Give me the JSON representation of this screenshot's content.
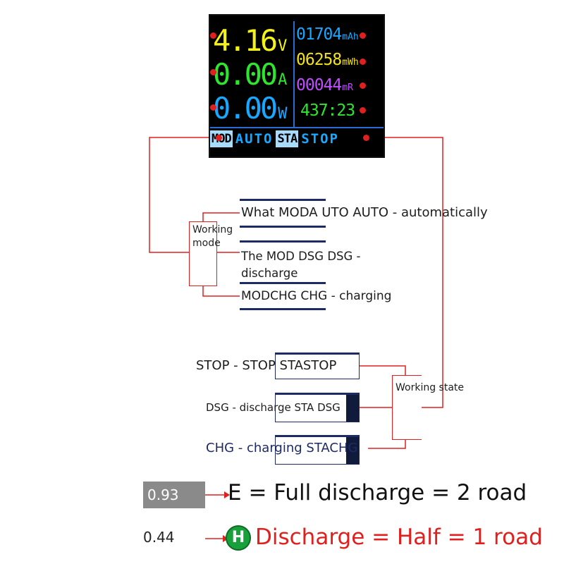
{
  "lcd": {
    "voltage": "4.16",
    "voltage_unit": "V",
    "current": "0.00",
    "current_unit": "A",
    "power": "0.00",
    "power_unit": "W",
    "capacity_mah": "01704",
    "capacity_mah_unit": "mAh",
    "energy_mwh": "06258",
    "energy_mwh_unit": "mWh",
    "resistance": "00044",
    "resistance_unit": "mR",
    "time": "437:23",
    "status": {
      "mod_label": "MOD",
      "mod_value": "AUTO",
      "sta_label": "STA",
      "sta_value": "STOP"
    }
  },
  "working_mode": {
    "label": "Working mode",
    "items": [
      "What MODA UTO AUTO - automatically",
      "The MOD DSG DSG - discharge",
      "MODCHG CHG - charging"
    ]
  },
  "working_state": {
    "label": "Working state",
    "items": [
      "STOP - STOP STASTOP",
      "DSG - discharge STA DSG",
      "CHG - charging STACHG"
    ]
  },
  "legend": {
    "e_chip": "0.93",
    "e_text": "E = Full discharge = 2 road",
    "h_value": "0.44",
    "h_icon_letter": "H",
    "h_text": "Discharge = Half = 1 road"
  },
  "colors": {
    "voltage": "#f3f31a",
    "current": "#2ee62e",
    "power": "#19a8ff",
    "mah": "#19a8ff",
    "mwh": "#f3e21a",
    "resistance": "#c04dff",
    "time": "#2ee62e",
    "connector": "#e0201e"
  }
}
